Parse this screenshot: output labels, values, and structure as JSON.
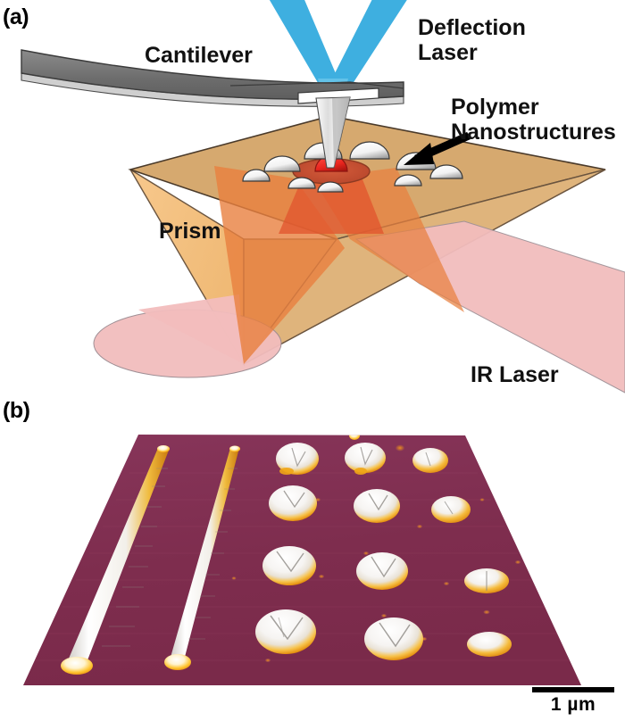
{
  "figure": {
    "panels": [
      {
        "id": "a",
        "label": "(a)",
        "kind": "schematic",
        "description": "AFM thermal nanolithography setup: cantilever with deflection laser above a prism surface bearing polymer nanostructures, illuminated from below by an IR laser"
      },
      {
        "id": "b",
        "label": "(b)",
        "kind": "afm-topography",
        "description": "3D AFM topography render of written polymer nanostructures on a substrate"
      }
    ]
  },
  "panel_a": {
    "labels": {
      "cantilever": "Cantilever",
      "deflection_laser": "Deflection\nLaser",
      "polymer_nanostructures": "Polymer\nNanostructures",
      "prism": "Prism",
      "ir_laser": "IR Laser"
    },
    "colors": {
      "deflection_laser_beam": "#3EAFE0",
      "deflection_laser_beam_light": "#63C2E8",
      "prism_top_face": "#D6A96F",
      "prism_left_face": "#F4BE7E",
      "prism_front_face": "#E3B37C",
      "ir_beam_pink": "#F2BDBD",
      "ir_beam_orange": "#E8803F",
      "cantilever_body": "#6E6E6E",
      "cantilever_dark": "#545454",
      "cantilever_edge": "#C9C9C9",
      "tip_cone": "#E9E9E9",
      "heated_dome": "#E8251E",
      "nanostructure_dome": "#FFFFFF",
      "arrow": "#000000"
    },
    "elements": {
      "cantilever": "cantilever-beam",
      "tip": "afm-tip-cone",
      "heated_spot": "heated-polymer-dome",
      "arrow": "pointer-arrow-to-nanostructure",
      "dome_count": 9
    }
  },
  "panel_b": {
    "scalebar": {
      "label": "1 µm",
      "value": 1,
      "unit": "µm"
    },
    "colors": {
      "substrate": "#7E2D4E",
      "substrate_light": "#8A3558",
      "feature_white": "#F7F5F3",
      "feature_gold": "#F2A71B",
      "feature_yellow": "#FFD34D",
      "feature_orange": "#E2720C"
    },
    "features": {
      "lines": 2,
      "dots_rows": 4,
      "dots_columns": 3,
      "description": "Two long written lines at left and a 4-row by 3-column array of polymer dots at right"
    }
  },
  "chart_data": {
    "type": "heatmap",
    "title": "",
    "xlabel": "",
    "ylabel": "",
    "legend": [],
    "annotations": [
      "1 µm"
    ]
  }
}
